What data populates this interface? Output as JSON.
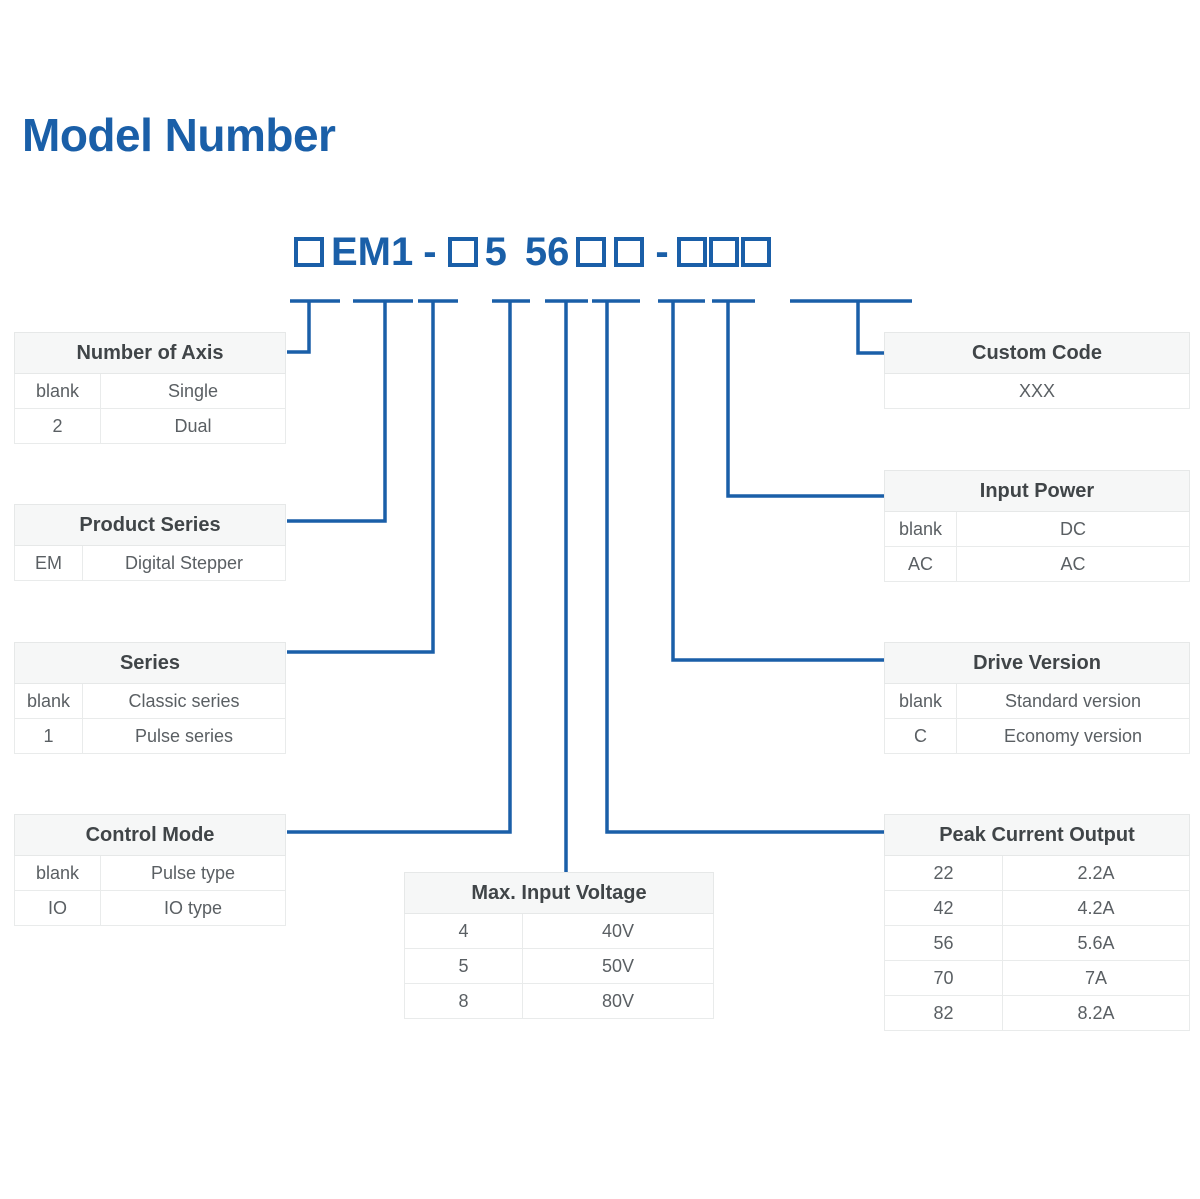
{
  "page": {
    "title": "Model Number",
    "accent_color": "#1a5fa8",
    "header_bg": "#f6f7f7",
    "text_color": "#5a5f63",
    "heading_color": "#404548"
  },
  "model_string": {
    "full": "□ EM1 - □ 5 56 □ □ - □□□",
    "tokens": [
      {
        "type": "box",
        "text": ""
      },
      {
        "type": "text",
        "text": "EM1"
      },
      {
        "type": "dash",
        "text": "-"
      },
      {
        "type": "box",
        "text": ""
      },
      {
        "type": "text",
        "text": "5"
      },
      {
        "type": "text",
        "text": "56"
      },
      {
        "type": "box",
        "text": ""
      },
      {
        "type": "box",
        "text": ""
      },
      {
        "type": "dash",
        "text": "-"
      },
      {
        "type": "box",
        "text": ""
      },
      {
        "type": "box",
        "text": ""
      },
      {
        "type": "box",
        "text": ""
      }
    ]
  },
  "tables": {
    "number_of_axis": {
      "title": "Number of Axis",
      "rows": [
        {
          "code": "blank",
          "desc": "Single"
        },
        {
          "code": "2",
          "desc": "Dual"
        }
      ]
    },
    "product_series": {
      "title": "Product Series",
      "rows": [
        {
          "code": "EM",
          "desc": "Digital Stepper"
        }
      ]
    },
    "series": {
      "title": "Series",
      "rows": [
        {
          "code": "blank",
          "desc": "Classic series"
        },
        {
          "code": "1",
          "desc": "Pulse series"
        }
      ]
    },
    "control_mode": {
      "title": "Control Mode",
      "rows": [
        {
          "code": "blank",
          "desc": "Pulse type"
        },
        {
          "code": "IO",
          "desc": "IO type"
        }
      ]
    },
    "max_input_voltage": {
      "title": "Max. Input Voltage",
      "rows": [
        {
          "code": "4",
          "desc": "40V"
        },
        {
          "code": "5",
          "desc": "50V"
        },
        {
          "code": "8",
          "desc": "80V"
        }
      ]
    },
    "custom_code": {
      "title": "Custom Code",
      "rows": [
        {
          "desc": "XXX"
        }
      ]
    },
    "input_power": {
      "title": "Input Power",
      "rows": [
        {
          "code": "blank",
          "desc": "DC"
        },
        {
          "code": "AC",
          "desc": "AC"
        }
      ]
    },
    "drive_version": {
      "title": "Drive Version",
      "rows": [
        {
          "code": "blank",
          "desc": "Standard version"
        },
        {
          "code": "C",
          "desc": "Economy version"
        }
      ]
    },
    "peak_current_output": {
      "title": "Peak Current Output",
      "rows": [
        {
          "code": "22",
          "desc": "2.2A"
        },
        {
          "code": "42",
          "desc": "4.2A"
        },
        {
          "code": "56",
          "desc": "5.6A"
        },
        {
          "code": "70",
          "desc": "7A"
        },
        {
          "code": "82",
          "desc": "8.2A"
        }
      ]
    }
  }
}
